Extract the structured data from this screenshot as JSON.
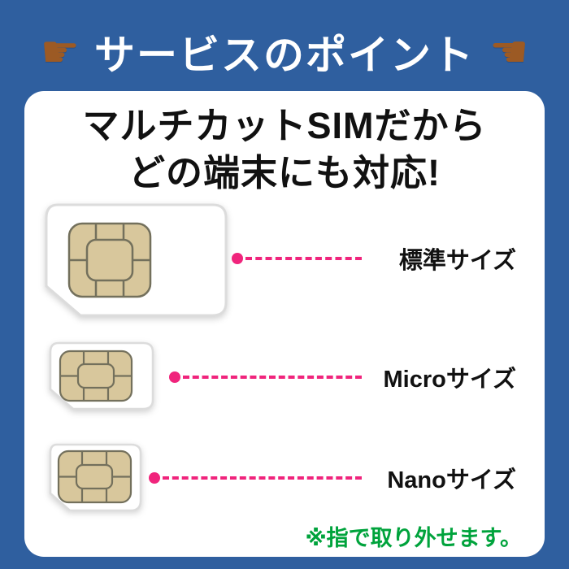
{
  "header": {
    "title": "サービスのポイント"
  },
  "icons": {
    "hand_point_right": "☛",
    "hand_point_left": "☚"
  },
  "card": {
    "title_line1": "マルチカットSIMだから",
    "title_line2": "どの端末にも対応!",
    "sims": [
      {
        "name": "standard",
        "label": "標準サイズ"
      },
      {
        "name": "micro",
        "label": "Microサイズ"
      },
      {
        "name": "nano",
        "label": "Nanoサイズ"
      }
    ],
    "note": "※指で取り外せます。"
  },
  "colors": {
    "background_blue": "#2f5f9f",
    "accent_pink": "#f0247c",
    "note_green": "#00a33c",
    "chip_tan": "#d8c79c",
    "hand_brown": "#9c5a24",
    "title_black": "#111111",
    "header_white": "#ffffff"
  }
}
